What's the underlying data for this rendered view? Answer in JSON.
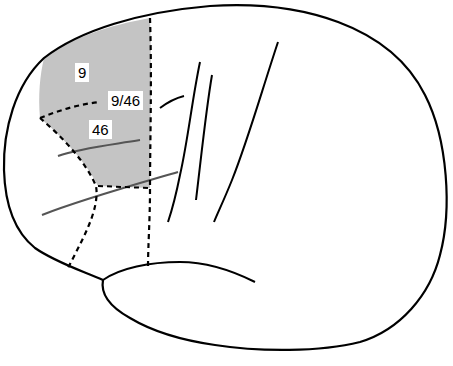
{
  "diagram": {
    "labels": [
      "9",
      "9/46",
      "46"
    ]
  }
}
